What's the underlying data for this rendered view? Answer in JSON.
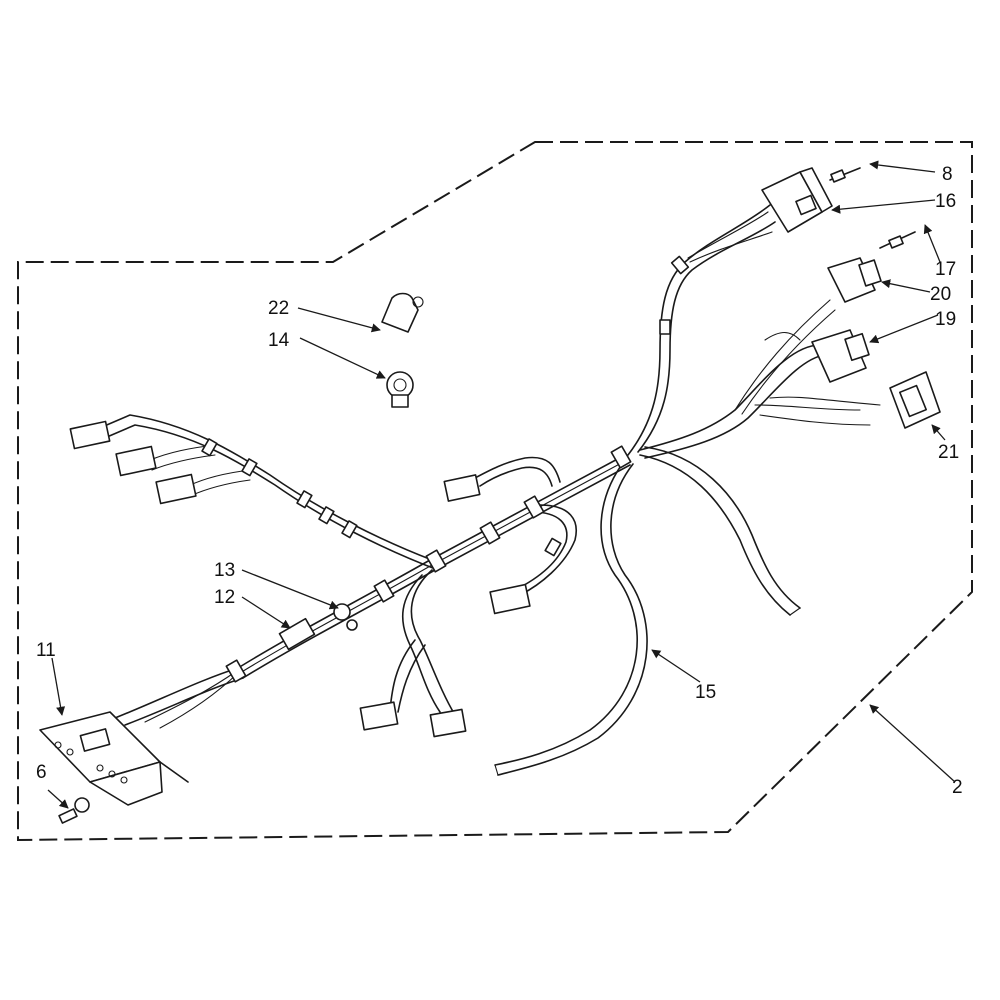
{
  "callouts": {
    "c8": "8",
    "c16": "16",
    "c17": "17",
    "c20": "20",
    "c19": "19",
    "c21": "21",
    "c22": "22",
    "c14": "14",
    "c13": "13",
    "c12": "12",
    "c11": "11",
    "c6": "6",
    "c15": "15",
    "c2": "2"
  },
  "colors": {
    "ink": "#1a1a1a",
    "background": "#ffffff"
  }
}
